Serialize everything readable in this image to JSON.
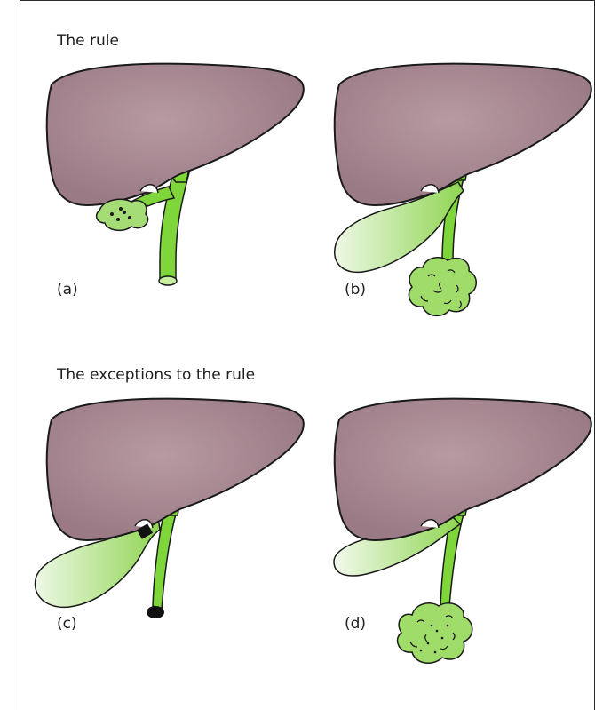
{
  "headings": {
    "rule": "The rule",
    "exceptions": "The exceptions to the rule"
  },
  "panels": [
    {
      "id": "a",
      "label": "(a)"
    },
    {
      "id": "b",
      "label": "(b)"
    },
    {
      "id": "c",
      "label": "(c)"
    },
    {
      "id": "d",
      "label": "(d)"
    }
  ],
  "colors": {
    "liver": "#a4858f",
    "liver_light": "#b89aa3",
    "duct": "#7ed63a",
    "gallbladder": "#a5dc76",
    "gallbladder_light": "#e8f6dc",
    "outline": "#1a1a1a",
    "obstruction": "#111111"
  }
}
